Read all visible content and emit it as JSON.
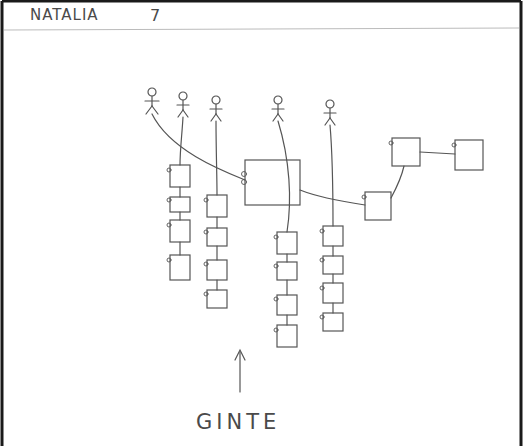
{
  "diagram": {
    "labels": [
      "NATALIA",
      "7",
      "GINTE"
    ]
  }
}
